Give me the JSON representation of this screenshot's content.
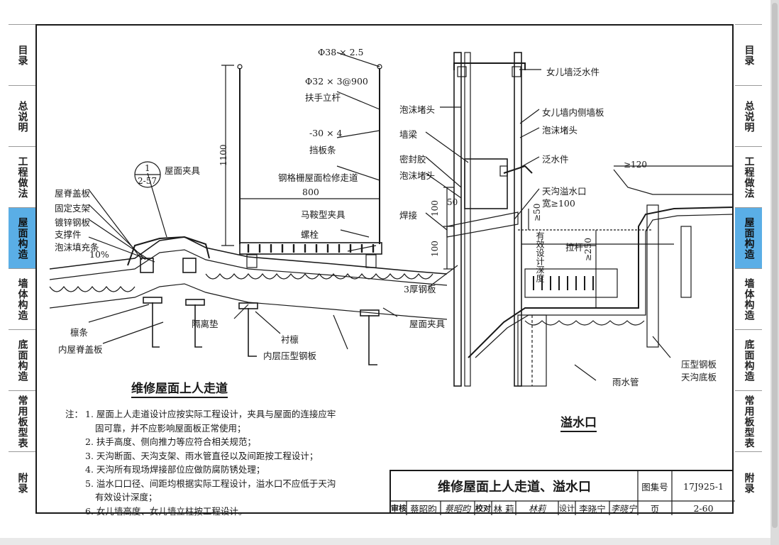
{
  "nav_left": [
    {
      "label": "目录",
      "active": false
    },
    {
      "label": "总说明",
      "active": false
    },
    {
      "label": "工程做法",
      "active": false
    },
    {
      "label": "屋面构造",
      "active": true
    },
    {
      "label": "墙体构造",
      "active": false
    },
    {
      "label": "底面构造",
      "active": false
    },
    {
      "label": "常用板型表",
      "active": false
    },
    {
      "label": "附录",
      "active": false
    }
  ],
  "nav_right": [
    {
      "label": "目录",
      "active": false
    },
    {
      "label": "总说明",
      "active": false
    },
    {
      "label": "工程做法",
      "active": false
    },
    {
      "label": "屋面构造",
      "active": true
    },
    {
      "label": "墙体构造",
      "active": false
    },
    {
      "label": "底面构造",
      "active": false
    },
    {
      "label": "常用板型表",
      "active": false
    },
    {
      "label": "附录",
      "active": false
    }
  ],
  "left_drawing": {
    "caption": "维修屋面上人走道",
    "labels": {
      "rail_dim": "Φ38 × 2.5",
      "post_spec": "Φ32 × 3@900",
      "post_name": "扶手立杆",
      "board_spec": "-30 × 4",
      "board_name": "挡板条",
      "roof_clamp_top": "屋面夹具",
      "ref_num": "1",
      "ref_sheet": "2-57",
      "walkway": "钢格栅屋面检修走道",
      "height": "1100",
      "width": "800",
      "ridge_cap": "屋脊盖板",
      "fixed_bracket": "固定支架",
      "galv_support_1": "镀锌钢板",
      "galv_support_2": "支撑件",
      "foam_fill": "泡沫填充条",
      "slope": "10%",
      "saddle_clamp": "马鞍型夹具",
      "bolt": "螺栓",
      "purlin": "檩条",
      "inner_ridge": "内屋脊盖板",
      "isolation_pad": "隔离垫",
      "sub_purlin": "衬檩",
      "roof_clamp": "屋面夹具",
      "inner_panel": "内层压型钢板"
    }
  },
  "right_drawing": {
    "caption": "溢水口",
    "labels": {
      "parapet_flash": "女儿墙泛水件",
      "foam_plug_1": "泡沫堵头",
      "parapet_inner": "女儿墙内侧墙板",
      "foam_plug_2": "泡沫堵头",
      "wall_beam": "墙梁",
      "flashing": "泛水件",
      "sealant": "密封胶",
      "foam_plug_3": "泡沫堵头",
      "overflow_1": "天沟溢水口",
      "overflow_2": "宽≥100",
      "weld": "焊接",
      "dim_50": "50",
      "dim_100a": "100",
      "dim_100b": "100",
      "dim_ge50": "≥50",
      "tie_rod": "拉杆",
      "depth_note": "有效设计深度",
      "dim_ge250": "≥250",
      "dim_ge120": "≥120",
      "steel_plate": "3厚钢板",
      "downpipe": "雨水管",
      "gutter_bottom_1": "压型钢板",
      "gutter_bottom_2": "天沟底板"
    }
  },
  "notes": {
    "head": "注：",
    "items": [
      "1. 屋面上人走道设计应按实际工程设计，夹具与屋面的连接应牢",
      "   固可靠，并不应影响屋面板正常使用；",
      "2. 扶手高度、侧向推力等应符合相关规范；",
      "3. 天沟断面、天沟支架、雨水管直径以及间距按工程设计；",
      "4. 天沟所有现场焊接部位应做防腐防锈处理；",
      "5. 溢水口口径、间距均根据实际工程设计，溢水口不应低于天沟",
      "   有效设计深度；",
      "6. 女儿墙高度、女儿墙立柱按工程设计。"
    ]
  },
  "title_block": {
    "title": "维修屋面上人走道、溢水口",
    "atlas_label": "图集号",
    "atlas_no": "17J925-1",
    "page_label": "页",
    "page_no": "2-60",
    "review_label": "审核",
    "reviewer": "蔡昭昀",
    "reviewer_sig": "蔡昭昀",
    "check_label": "校对",
    "checker": "林 莉",
    "checker_sig": "林莉",
    "design_label": "设计",
    "designer": "李晓宁",
    "designer_sig": "李晓宁"
  }
}
